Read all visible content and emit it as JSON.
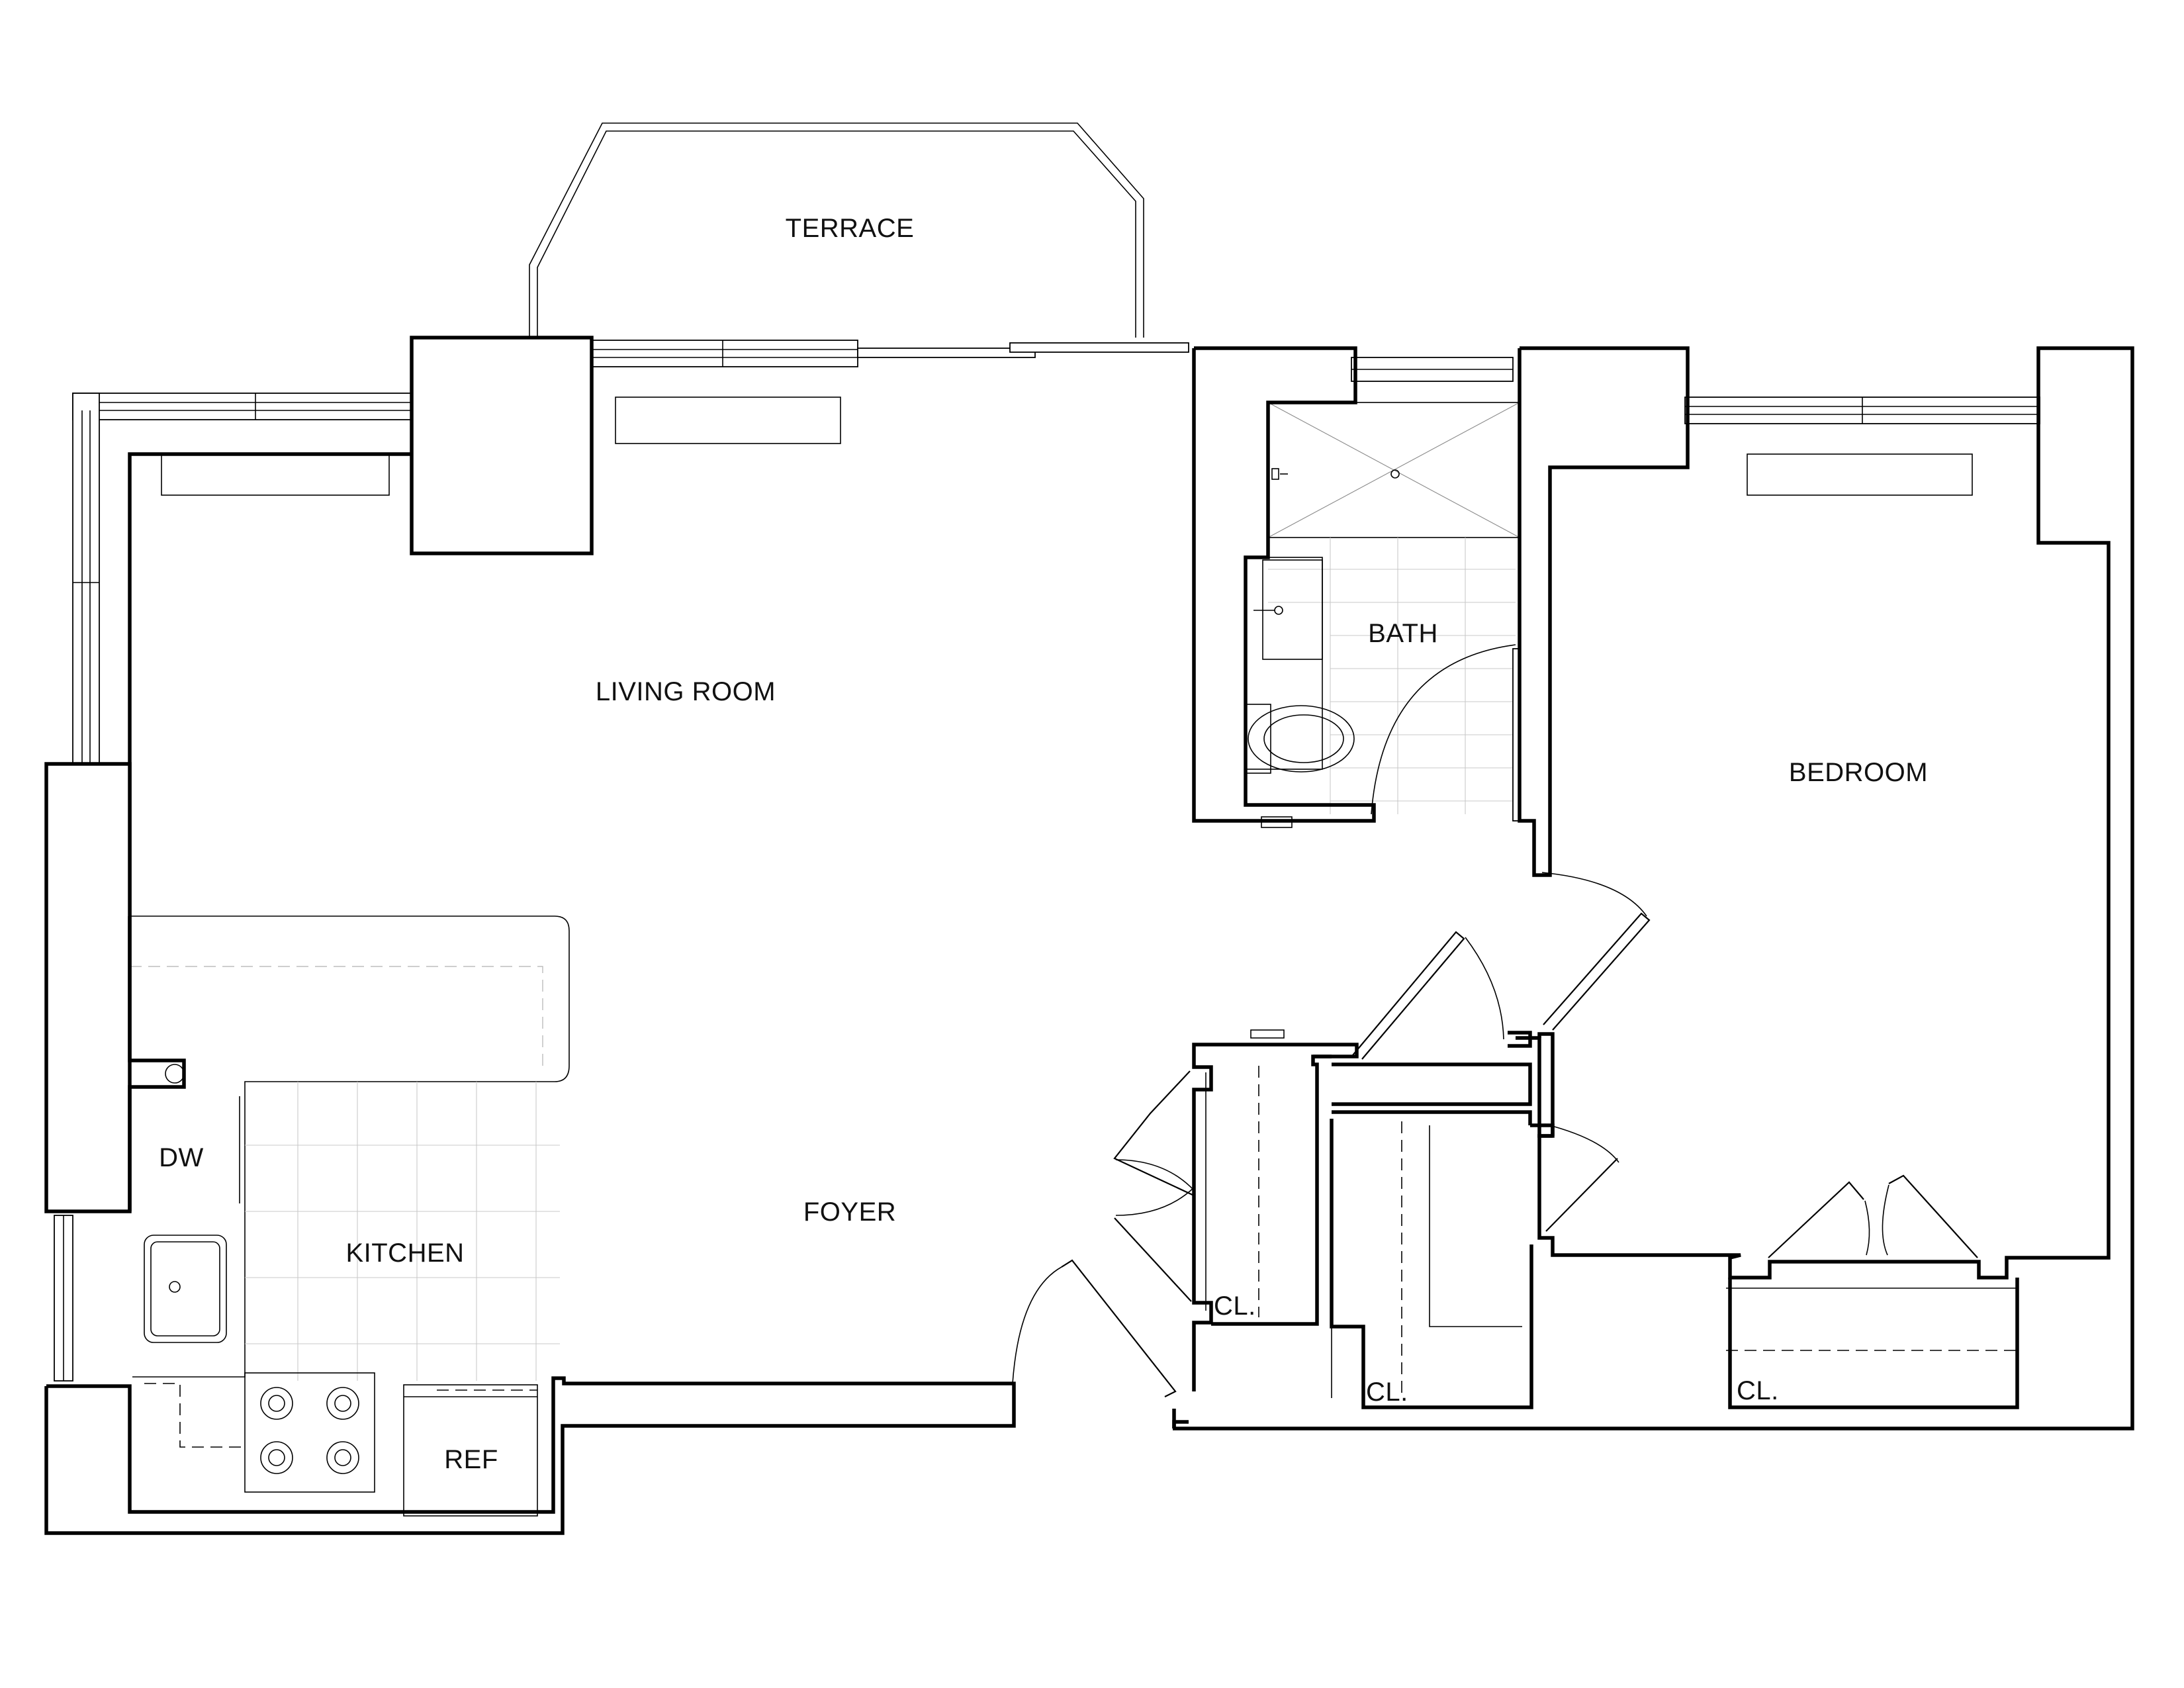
{
  "rooms": {
    "terrace": "TERRACE",
    "living_room": "LIVING ROOM",
    "bath": "BATH",
    "bedroom": "BEDROOM",
    "dw": "DW",
    "kitchen": "KITCHEN",
    "foyer": "FOYER",
    "ref": "REF",
    "closet_1": "CL.",
    "closet_2": "CL.",
    "closet_3": "CL."
  }
}
